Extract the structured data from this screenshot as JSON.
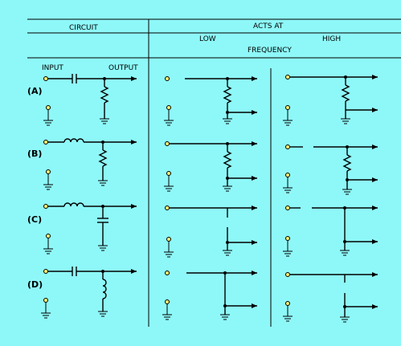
{
  "header": {
    "circuit": "CIRCUIT",
    "acts_at": "ACTS AT",
    "low": "LOW",
    "frequency": "FREQUENCY",
    "high": "HIGH"
  },
  "labels": {
    "input": "INPUT",
    "output": "OUTPUT"
  },
  "rows": [
    "(A)",
    "(B)",
    "(C)",
    "(D)"
  ],
  "colors": {
    "background": "#8ef8f8",
    "terminal": "#f8f070",
    "line": "#000000"
  }
}
